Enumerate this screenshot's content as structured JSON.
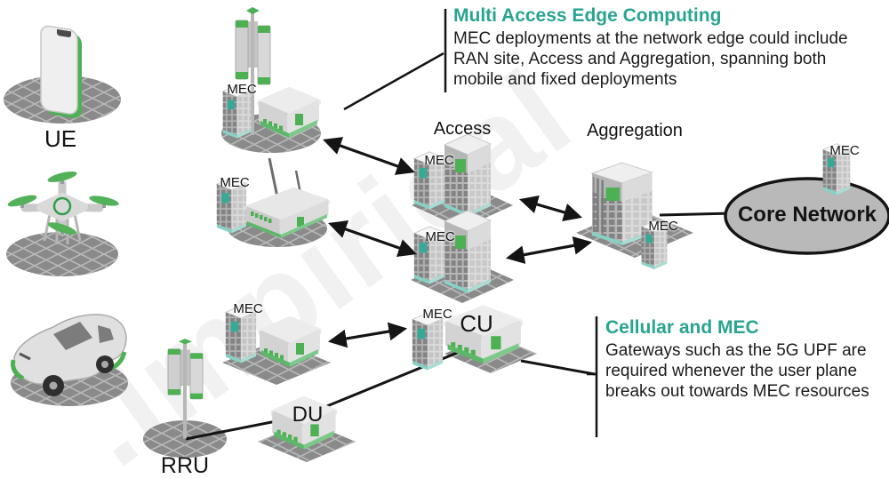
{
  "watermark": ".Impirical",
  "colors": {
    "accent_teal": "#2aa490",
    "device_green": "#4db053",
    "teal_stripe": "#86d2c4",
    "floor_gray": "#8a8a8a",
    "line_black": "#141414",
    "core_ellipse_fill": "#b9b9b9"
  },
  "callouts": {
    "mec": {
      "title": "Multi Access Edge Computing",
      "body": "MEC deployments at the network edge could include RAN site, Access and Aggregation, spanning both mobile and fixed deployments"
    },
    "cellular": {
      "title": "Cellular and MEC",
      "body": "Gateways such as the 5G UPF are required whenever the user plane breaks out towards MEC resources"
    }
  },
  "labels": {
    "ue": "UE",
    "access": "Access",
    "aggregation": "Aggregation",
    "core_network": "Core Network",
    "cu": "CU",
    "du": "DU",
    "rru": "RRU",
    "mec": "MEC"
  }
}
